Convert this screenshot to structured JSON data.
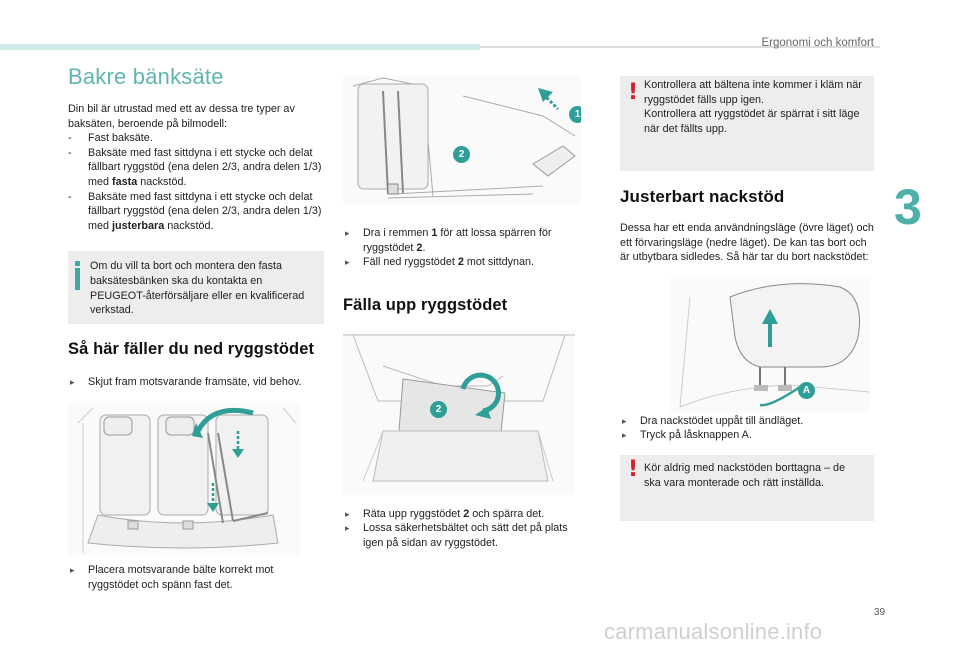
{
  "header": {
    "section_title": "Ergonomi och komfort",
    "chapter": "3",
    "page_number": "39"
  },
  "watermark": "carmanualsonline.info",
  "col1": {
    "title": "Bakre bänksäte",
    "intro": "Din bil är utrustad med ett av dessa tre typer av baksäten, beroende på bilmodell:",
    "types": [
      "Fast baksäte.",
      "Baksäte med fast sittdyna i ett stycke och delat fällbart ryggstöd (ena delen 2/3, andra delen 1/3) med ",
      "Baksäte med fast sittdyna i ett stycke och delat fällbart ryggstöd (ena delen 2/3, andra delen 1/3) med "
    ],
    "type2_bold": "fasta",
    "type2_suffix": " nackstöd.",
    "type3_bold": "justerbara",
    "type3_suffix": " nackstöd.",
    "info": "Om du vill ta bort och montera den fasta baksätesbänken ska du kontakta en PEUGEOT-återförsäljare eller en kvalificerad verkstad.",
    "fold_title": "Så här fäller du ned ryggstödet",
    "fold_step1": "Skjut fram motsvarande framsäte, vid behov.",
    "fold_step2": "Placera motsvarande bälte korrekt mot ryggstödet och spänn fast det."
  },
  "col2": {
    "badges": [
      "1",
      "2"
    ],
    "step_a_pre": "Dra i remmen ",
    "step_a_num": "1",
    "step_a_mid": " för att lossa spärren för ryggstödet ",
    "step_a_num2": "2",
    "step_a_end": ".",
    "step_b_pre": "Fäll ned ryggstödet ",
    "step_b_num": "2",
    "step_b_end": " mot sittdynan.",
    "raise_title": "Fälla upp ryggstödet",
    "raise_badge": "2",
    "raise_step1_pre": "Räta upp ryggstödet ",
    "raise_step1_num": "2",
    "raise_step1_end": " och spärra det.",
    "raise_step2": "Lossa säkerhetsbältet och sätt det på plats igen på sidan av ryggstödet."
  },
  "col3": {
    "warn1_l1": "Kontrollera att bältena inte kommer i kläm när ryggstödet fälls upp igen.",
    "warn1_l2": "Kontrollera att ryggstödet är spärrat i sitt läge när det fällts upp.",
    "headrest_title": "Justerbart nackstöd",
    "headrest_text": "Dessa har ett enda användningsläge (övre läget) och ett förvaringsläge (nedre läget). De kan tas bort och är utbytbara sidledes. Så här tar du bort nackstödet:",
    "badge_a": "A",
    "step1": "Dra nackstödet uppåt till ändläget.",
    "step2": "Tryck på låsknappen A.",
    "warn2": "Kör aldrig med nackstöden borttagna – de ska vara monterade och rätt inställda."
  },
  "colors": {
    "accent": "#5fb6b0",
    "badge": "#2f9e96",
    "warning": "#d81e2a",
    "box_bg": "#ededed"
  }
}
